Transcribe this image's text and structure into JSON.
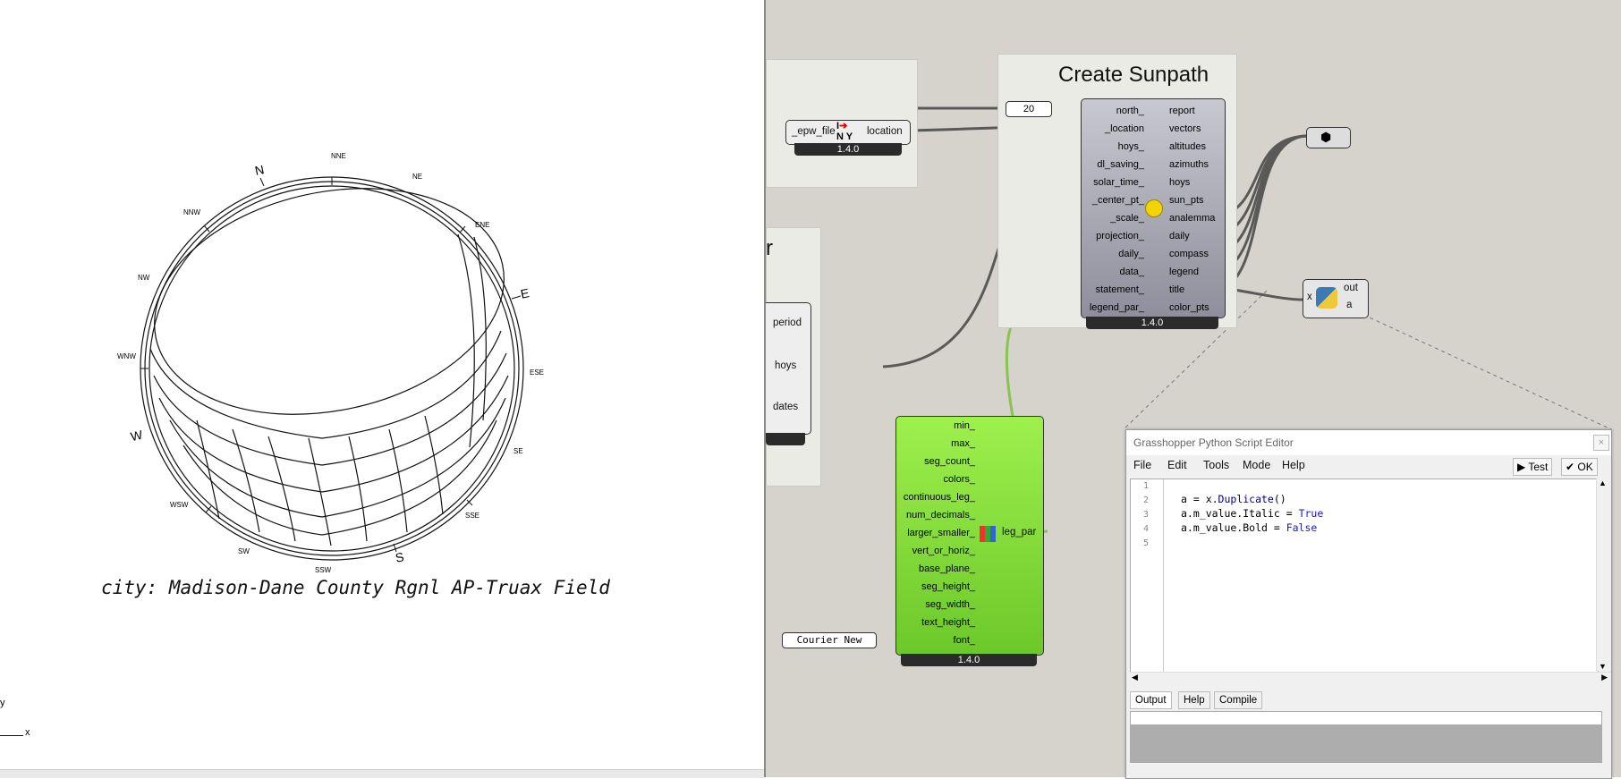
{
  "viewport": {
    "compass": {
      "N": "N",
      "NNE": "NNE",
      "NE": "NE",
      "ENE": "ENE",
      "E": "E",
      "ESE": "ESE",
      "SE": "SE",
      "SSE": "SSE",
      "S": "S",
      "SSW": "SSW",
      "SW": "SW",
      "WSW": "WSW",
      "W": "W",
      "WNW": "WNW",
      "NW": "NW",
      "NNW": "NNW"
    },
    "city_label": "city: Madison-Dane County Rgnl AP-Truax Field",
    "axis_y": "y",
    "axis_x": "x"
  },
  "canvas": {
    "group_title": "Create Sunpath",
    "partial_group_title": "r",
    "north_value": "20",
    "epw": {
      "input": "_epw_file",
      "output": "location",
      "version": "1.4.0"
    },
    "period": {
      "outputs": [
        "period",
        "hoys",
        "dates"
      ]
    },
    "sunpath": {
      "inputs": [
        "north_",
        "_location",
        "hoys_",
        "dl_saving_",
        "solar_time_",
        "_center_pt_",
        "_scale_",
        "projection_",
        "daily_",
        "data_",
        "statement_",
        "legend_par_"
      ],
      "outputs": [
        "report",
        "vectors",
        "altitudes",
        "azimuths",
        "hoys",
        "sun_pts",
        "analemma",
        "daily",
        "compass",
        "legend",
        "title",
        "color_pts"
      ],
      "version": "1.4.0"
    },
    "legend": {
      "inputs": [
        "min_",
        "max_",
        "seg_count_",
        "colors_",
        "continuous_leg_",
        "num_decimals_",
        "larger_smaller_",
        "vert_or_horiz_",
        "base_plane_",
        "seg_height_",
        "seg_width_",
        "text_height_",
        "font_"
      ],
      "output": "leg_par",
      "version": "1.4.0"
    },
    "font_value": "Courier New",
    "python": {
      "input": "x",
      "outputs": [
        "out",
        "a"
      ]
    }
  },
  "editor": {
    "title": "Grasshopper Python Script Editor",
    "close": "×",
    "menu": [
      "File",
      "Edit",
      "Tools",
      "Mode",
      "Help"
    ],
    "test": "Test",
    "ok": "OK",
    "line_numbers": [
      "1",
      "2",
      "3",
      "4",
      "5"
    ],
    "code": {
      "l2": "a = x.",
      "l2b": "Duplicate",
      "l2c": "()",
      "l3": "a.m_value.Italic = ",
      "l3kw": "True",
      "l4": "a.m_value.Bold = ",
      "l4kw": "False"
    },
    "tabs": [
      "Output",
      "Help",
      "Compile"
    ]
  }
}
